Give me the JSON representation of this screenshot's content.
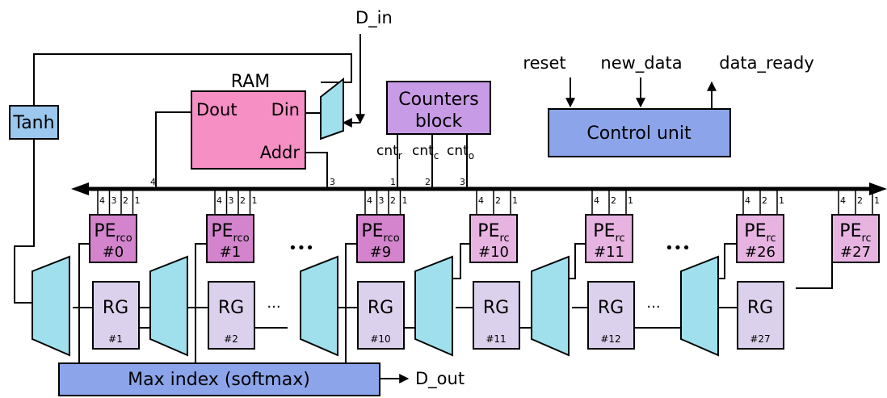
{
  "io": {
    "d_in": "D_in",
    "d_out": "D_out",
    "reset": "reset",
    "new_data": "new_data",
    "data_ready": "data_ready"
  },
  "blocks": {
    "tanh": "Tanh",
    "ram": {
      "title": "RAM",
      "dout": "Dout",
      "din": "Din",
      "addr": "Addr"
    },
    "counters": {
      "line1": "Counters",
      "line2": "block"
    },
    "control": "Control unit",
    "maxindex": "Max index (softmax)"
  },
  "counters_out": [
    {
      "base": "cnt",
      "sub": "r",
      "bit": "1"
    },
    {
      "base": "cnt",
      "sub": "c",
      "bit": "2"
    },
    {
      "base": "cnt",
      "sub": "o",
      "bit": "3"
    }
  ],
  "bus_taps": {
    "ram_dout": "4",
    "ram_addr": "3"
  },
  "pe_units": [
    {
      "base": "PE",
      "sub": "rco",
      "num": "#0",
      "pins": [
        "4",
        "3",
        "2",
        "1"
      ]
    },
    {
      "base": "PE",
      "sub": "rco",
      "num": "#1",
      "pins": [
        "4",
        "3",
        "2",
        "1"
      ]
    },
    {
      "base": "PE",
      "sub": "rco",
      "num": "#9",
      "pins": [
        "4",
        "3",
        "2",
        "1"
      ]
    },
    {
      "base": "PE",
      "sub": "rc",
      "num": "#10",
      "pins": [
        "4",
        "2",
        "1"
      ]
    },
    {
      "base": "PE",
      "sub": "rc",
      "num": "#11",
      "pins": [
        "4",
        "2",
        "1"
      ]
    },
    {
      "base": "PE",
      "sub": "rc",
      "num": "#26",
      "pins": [
        "4",
        "2",
        "1"
      ]
    },
    {
      "base": "PE",
      "sub": "rc",
      "num": "#27",
      "pins": [
        "4",
        "2",
        "1"
      ]
    }
  ],
  "registers": [
    {
      "label": "RG",
      "num": "#1"
    },
    {
      "label": "RG",
      "num": "#2"
    },
    {
      "label": "RG",
      "num": "#10"
    },
    {
      "label": "RG",
      "num": "#11"
    },
    {
      "label": "RG",
      "num": "#12"
    },
    {
      "label": "RG",
      "num": "#27"
    }
  ],
  "ellipsis": "•••",
  "rg_dots": "···",
  "colors": {
    "tanh": "#9cc7ee",
    "ram": "#f58fc4",
    "counters": "#c89be6",
    "control": "#8ca4ea",
    "maxindex": "#8ca4ea",
    "pe_rco": "#d384cc",
    "pe_rc": "#e7b4e2",
    "rg": "#dcd1ec",
    "mux": "#9fe0ec"
  }
}
